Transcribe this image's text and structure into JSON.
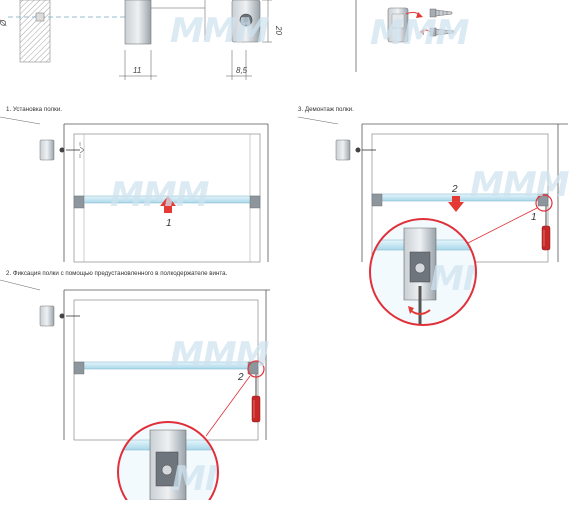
{
  "captions": {
    "step1": "1. Установка полки.",
    "step2": "2. Фиксация полки с помощью предустановленного в полкодержателе винта.",
    "step3": "3. Демонтаж полки."
  },
  "dimensions": {
    "depth": "11",
    "width": "8,5",
    "height": "20",
    "diameter": "Ø"
  },
  "step_numbers": {
    "p1_arrow": "1",
    "p2_screw": "2",
    "p3_arrow": "2",
    "p3_screw": "1"
  },
  "watermark": "MMM",
  "colors": {
    "shelf_glass": "#bfe3f0",
    "arrow_red": "#e53935",
    "lens_ring": "#e0303a",
    "line": "#555555",
    "bracket_gray": "#9aa3ab",
    "screwdriver_red": "#c62828"
  }
}
